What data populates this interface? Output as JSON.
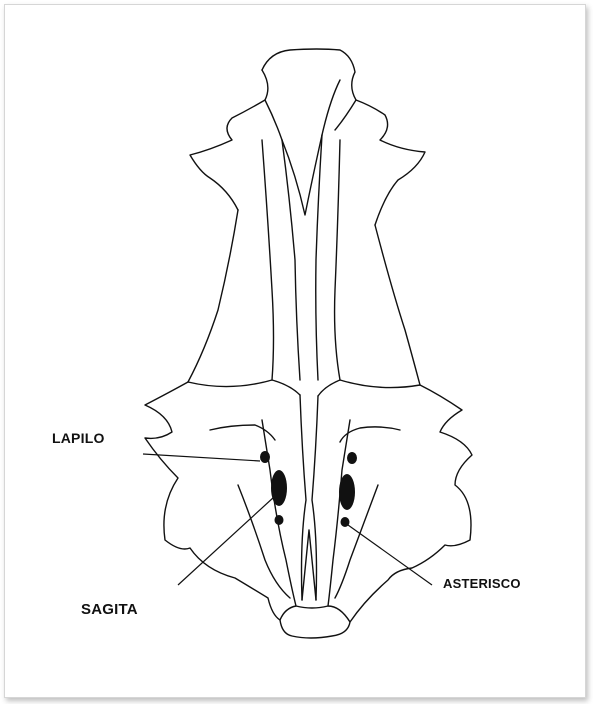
{
  "labels": {
    "lapilo": "LAPILO",
    "sagita": "SAGITA",
    "asterisco": "ASTERISCO"
  },
  "colors": {
    "line": "#111111",
    "background": "#ffffff",
    "frame_border": "#d6d6d6"
  }
}
